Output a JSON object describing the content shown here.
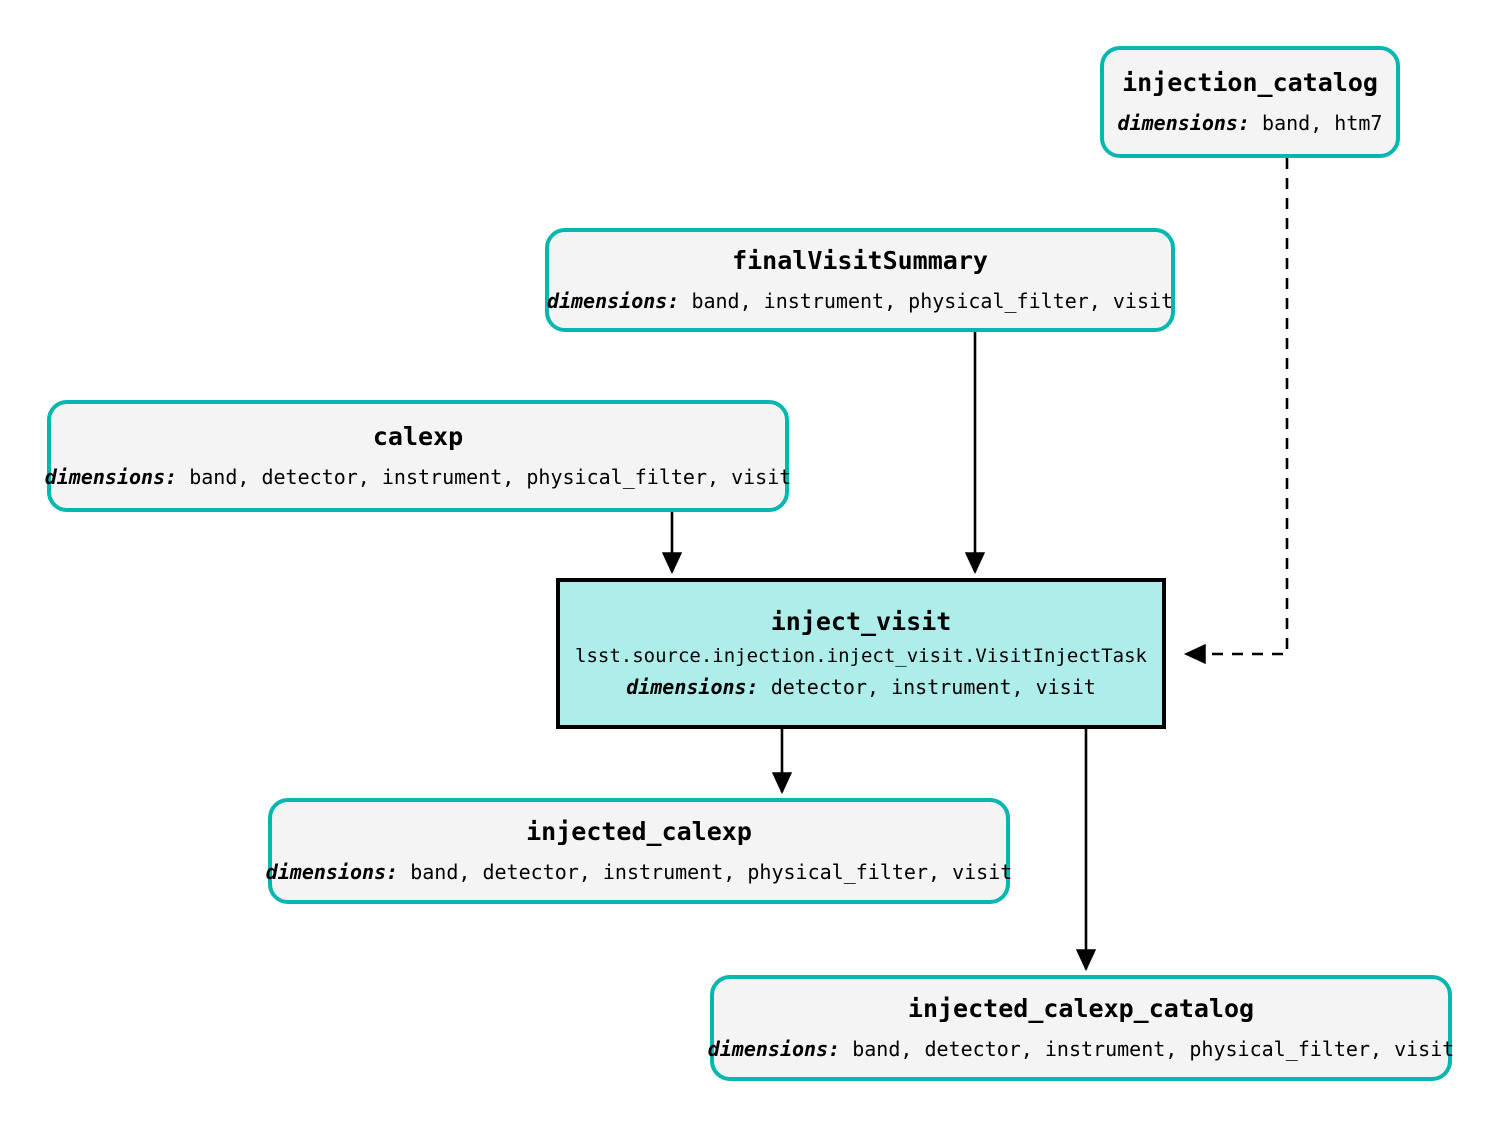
{
  "diagram": {
    "kind": "pipeline-task-graph",
    "colors": {
      "dataset_border": "#06b6b0",
      "dataset_fill": "#f4f4f4",
      "task_border": "#000000",
      "task_fill": "#aeeeea",
      "edge": "#000000",
      "background": "#ffffff"
    },
    "dimensions_prefix": "dimensions:"
  },
  "nodes": {
    "injection_catalog": {
      "title": "injection_catalog",
      "dims_key": "dimensions:",
      "dims_value": "band, htm7",
      "type": "dataset"
    },
    "finalVisitSummary": {
      "title": "finalVisitSummary",
      "dims_key": "dimensions:",
      "dims_value": "band, instrument, physical_filter, visit",
      "type": "dataset"
    },
    "calexp": {
      "title": "calexp",
      "dims_key": "dimensions:",
      "dims_value": "band, detector, instrument, physical_filter, visit",
      "type": "dataset"
    },
    "inject_visit": {
      "title": "inject_visit",
      "class_path": "lsst.source.injection.inject_visit.VisitInjectTask",
      "dims_key": "dimensions:",
      "dims_value": "detector, instrument, visit",
      "type": "task"
    },
    "injected_calexp": {
      "title": "injected_calexp",
      "dims_key": "dimensions:",
      "dims_value": "band, detector, instrument, physical_filter, visit",
      "type": "dataset"
    },
    "injected_calexp_catalog": {
      "title": "injected_calexp_catalog",
      "dims_key": "dimensions:",
      "dims_value": "band, detector, instrument, physical_filter, visit",
      "type": "dataset"
    }
  },
  "edges": [
    {
      "from": "injection_catalog",
      "to": "inject_visit",
      "style": "dashed"
    },
    {
      "from": "finalVisitSummary",
      "to": "inject_visit",
      "style": "solid"
    },
    {
      "from": "calexp",
      "to": "inject_visit",
      "style": "solid"
    },
    {
      "from": "inject_visit",
      "to": "injected_calexp",
      "style": "solid"
    },
    {
      "from": "inject_visit",
      "to": "injected_calexp_catalog",
      "style": "solid"
    }
  ]
}
